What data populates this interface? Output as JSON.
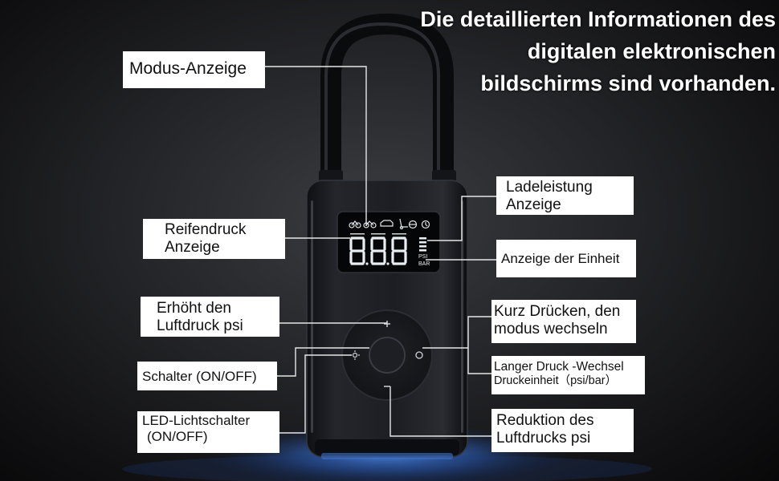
{
  "headline": {
    "line1": "Die detaillierten Informationen des",
    "line2": "digitalen elektronischen",
    "line3": "bildschirms sind vorhanden."
  },
  "labels": {
    "modus": "Modus-Anzeige",
    "reifendruck_1": "Reifendruck",
    "reifendruck_2": "Anzeige",
    "erhoeht_1": "Erhöht den",
    "erhoeht_2": "Luftdruck psi",
    "schalter": "Schalter (ON/OFF)",
    "led_1": "LED-Lichtschalter",
    "led_2": "(ON/OFF)",
    "ladeleistung_1": "Ladeleistung",
    "ladeleistung_2": "Anzeige",
    "einheit": "Anzeige der Einheit",
    "kurz_1": "Kurz Drücken, den",
    "kurz_2": "modus wechseln",
    "lang_1": "Langer Druck -Wechsel",
    "lang_2": "Druckeinheit（psi/bar）",
    "reduktion_1": "Reduktion des",
    "reduktion_2": "Luftdrucks psi"
  },
  "display": {
    "unit_psi": "PSI",
    "unit_bar": "BAR"
  },
  "colors": {
    "device_body": "#1b1d22",
    "screen": "#050607",
    "screen_segments": "#e8eef2",
    "underglow": "#3f7fe0",
    "label_bg": "#ffffff",
    "line": "#e6e6e6"
  }
}
